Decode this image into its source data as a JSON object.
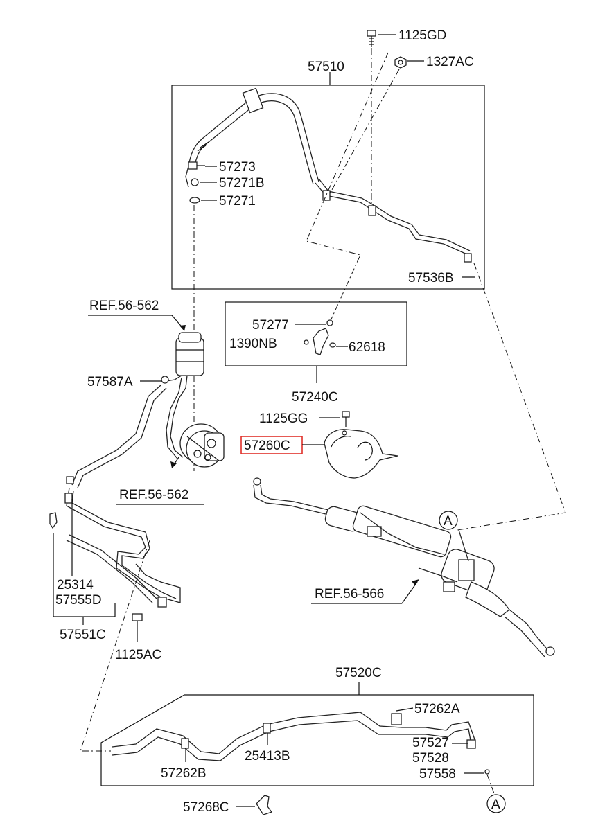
{
  "labels": {
    "l_1125GD": "1125GD",
    "l_1327AC": "1327AC",
    "l_57510": "57510",
    "l_57273": "57273",
    "l_57271B": "57271B",
    "l_57271": "57271",
    "l_57536B": "57536B",
    "l_ref_top": "REF.56-562",
    "l_57277": "57277",
    "l_1390NB": "1390NB",
    "l_62618": "62618",
    "l_57587A": "57587A",
    "l_57240C": "57240C",
    "l_1125GG": "1125GG",
    "l_57260C": "57260C",
    "l_ref_pump": "REF.56-562",
    "l_A1": "A",
    "l_25314": "25314",
    "l_57555D": "57555D",
    "l_ref_rack": "REF.56-566",
    "l_57551C": "57551C",
    "l_1125AC": "1125AC",
    "l_57520C": "57520C",
    "l_57262A": "57262A",
    "l_57527": "57527",
    "l_57528": "57528",
    "l_57262B": "57262B",
    "l_25413B": "25413B",
    "l_57558": "57558",
    "l_A2": "A",
    "l_57268C": "57268C"
  },
  "colors": {
    "highlight": "#e0302a",
    "ink": "#111111"
  },
  "highlighted_part": "57260C"
}
